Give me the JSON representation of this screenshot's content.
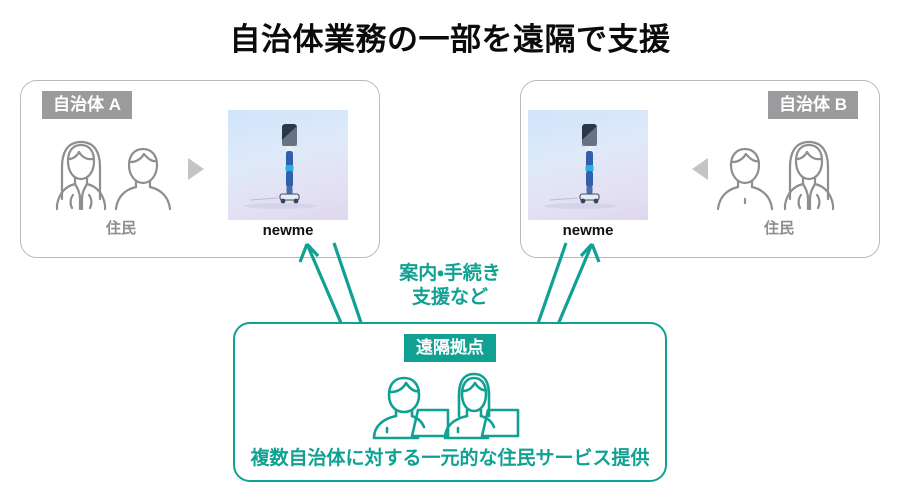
{
  "title": "自治体業務の一部を遠隔で支援",
  "colors": {
    "teal": "#11a193",
    "gray_badge": "#9b9b9e",
    "panel_border": "#b9b9bd",
    "resident_line": "#8d8d92",
    "triangle": "#c4c4c8",
    "title_text": "#0b0b0b"
  },
  "panels": [
    {
      "badge": "自治体 A",
      "residents_label": "住民",
      "robot_label": "newme",
      "flow_icon": "play-triangle-right-icon"
    },
    {
      "badge": "自治体 B",
      "residents_label": "住民",
      "robot_label": "newme",
      "flow_icon": "play-triangle-left-icon"
    }
  ],
  "center": {
    "line1": "案内・手続き",
    "line2": "支援など"
  },
  "remote": {
    "badge": "遠隔拠点",
    "caption": "複数自治体に対する一元的な住民サービス提供"
  }
}
